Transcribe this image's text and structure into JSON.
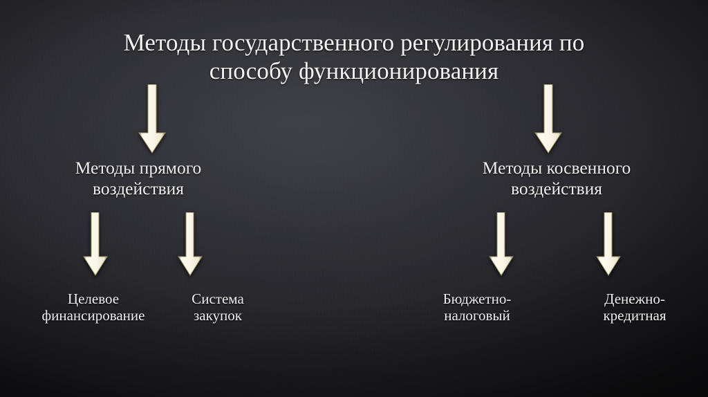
{
  "slide": {
    "title": "Методы государственного регулирования по\nспособу функционирования",
    "background_color": "#26262b",
    "text_color": "#f0efef",
    "arrow_color": "#f7f3e4",
    "arrow_edge_color": "#9c8f62"
  },
  "diagram": {
    "type": "hierarchy",
    "root": "Методы государственного регулирования по способу функционирования",
    "branches": [
      {
        "id": "direct",
        "label": "Методы прямого\nвоздействия",
        "children": [
          {
            "id": "target",
            "label": "Целевое\nфинансирование"
          },
          {
            "id": "procure",
            "label": "Система\nзакупок"
          }
        ]
      },
      {
        "id": "indirect",
        "label": "Методы косвенного\nвоздействия",
        "children": [
          {
            "id": "fiscal",
            "label": "Бюджетно-\nналоговый"
          },
          {
            "id": "monet",
            "label": "Денежно-\nкредитная"
          }
        ]
      }
    ],
    "connectors": [
      {
        "name": "arrow-title-to-direct",
        "from": "root",
        "to": "direct",
        "direction": "down"
      },
      {
        "name": "arrow-title-to-indirect",
        "from": "root",
        "to": "indirect",
        "direction": "down"
      },
      {
        "name": "arrow-direct-to-target",
        "from": "direct",
        "to": "target",
        "direction": "down"
      },
      {
        "name": "arrow-direct-to-procure",
        "from": "direct",
        "to": "procure",
        "direction": "down"
      },
      {
        "name": "arrow-indirect-to-fiscal",
        "from": "indirect",
        "to": "fiscal",
        "direction": "down"
      },
      {
        "name": "arrow-indirect-to-monet",
        "from": "indirect",
        "to": "monet",
        "direction": "down"
      }
    ]
  }
}
